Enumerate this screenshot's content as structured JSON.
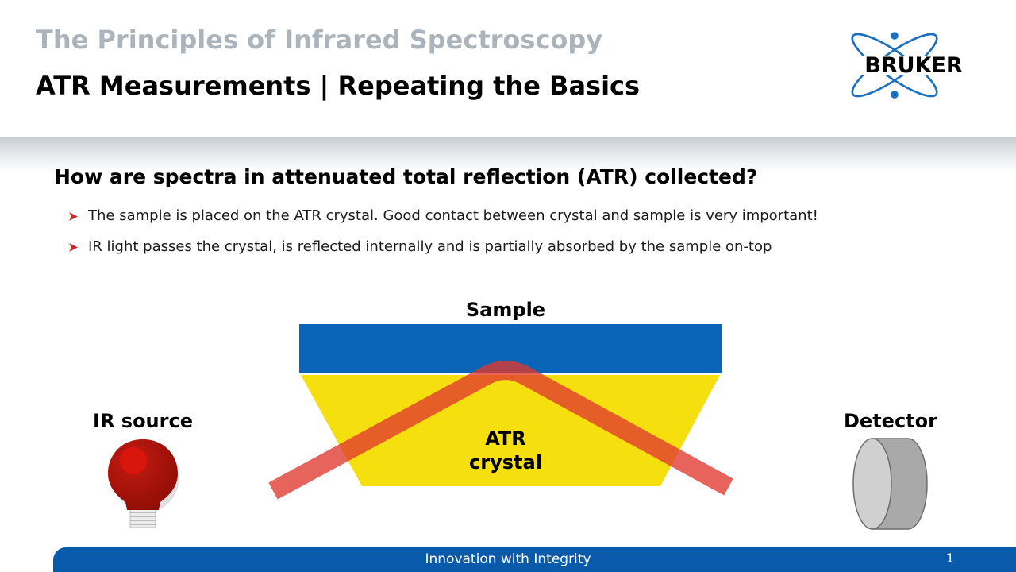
{
  "header": {
    "deck_title": "The Principles of Infrared Spectroscopy",
    "slide_title": "ATR Measurements | Repeating the Basics",
    "logo_text": "BRUKER"
  },
  "question": "How are spectra in attenuated total reflection (ATR) collected?",
  "bullets": [
    "The sample is placed on the ATR crystal. Good contact between crystal and sample is very important!",
    "IR light passes the crystal, is reflected internally and is partially absorbed by the sample on-top"
  ],
  "diagram": {
    "sample_label": "Sample",
    "crystal_label_line1": "ATR",
    "crystal_label_line2": "crystal",
    "source_label": "IR source",
    "detector_label": "Detector",
    "icons": {
      "source": "lightbulb-icon",
      "detector": "detector-cylinder-icon",
      "bullet": "arrowhead-icon"
    },
    "colors": {
      "sample": "#0a64b8",
      "crystal": "#f5df0f",
      "beam": "#e0392e",
      "bulb": "#a31208",
      "detector": "#a9a9a9"
    }
  },
  "footer": {
    "slogan": "Innovation with Integrity",
    "page_number": "1",
    "color": "#0a5aab"
  }
}
